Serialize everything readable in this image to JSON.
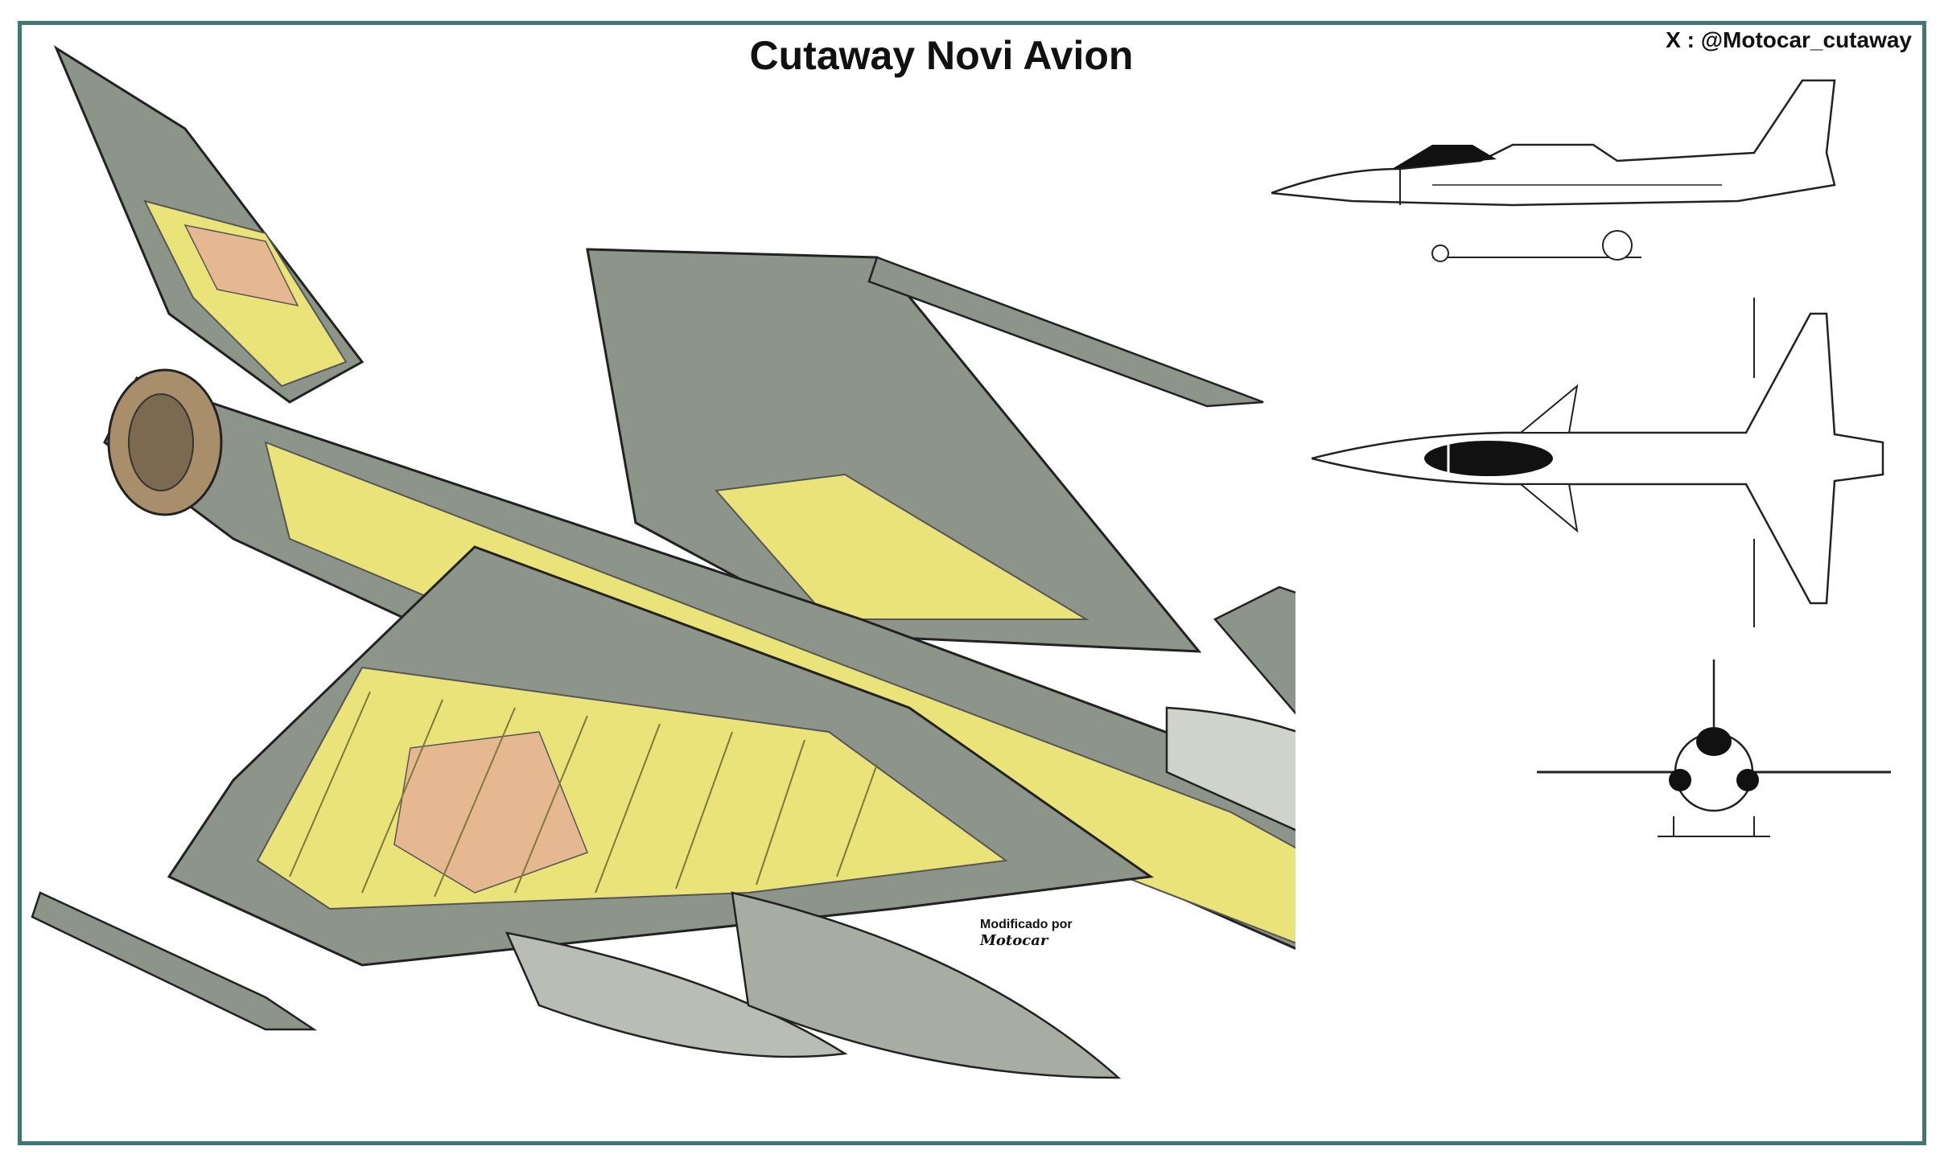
{
  "title": "Cutaway Novi Avion",
  "social_handle": "X : @Motocar_cutaway",
  "credit": {
    "line1": "Modificado por",
    "line2": "Motocar"
  },
  "colors": {
    "frame": "#3e7775",
    "airframe_grey": "#8d958a",
    "structure_yellow": "#e9e37a",
    "tank_tan": "#e6b892",
    "outline": "#222222"
  },
  "views": [
    "side-elevation",
    "plan-view",
    "front-elevation"
  ]
}
